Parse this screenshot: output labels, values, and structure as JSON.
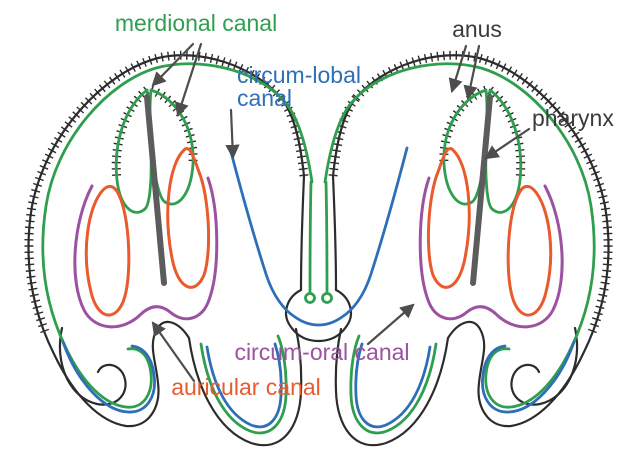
{
  "diagram": {
    "labels": {
      "meridional_canal": {
        "text": "merdional canal",
        "color": "#2f9e4e"
      },
      "circum_lobal_canal": {
        "lines": [
          "circum-lobal",
          "canal"
        ],
        "color": "#2e6fb7"
      },
      "anus": {
        "text": "anus",
        "color": "#3b3b3b"
      },
      "pharynx": {
        "text": "pharynx",
        "color": "#3b3b3b"
      },
      "circum_oral_canal": {
        "text": "circum-oral canal",
        "color": "#9c51a1"
      },
      "auricular_canal": {
        "text": "auricular canal",
        "color": "#ea5a2c"
      }
    },
    "colors": {
      "background": "#ffffff",
      "body_outline": "#2c2c2c",
      "meridional_canal": "#2f9e4e",
      "circum_lobal_canal": "#2e6fb7",
      "circum_oral_canal": "#9c51a1",
      "auricular_canal": "#ea5a2c",
      "pharynx": "#5c5c5c",
      "arrow": "#4d4d4d"
    }
  }
}
